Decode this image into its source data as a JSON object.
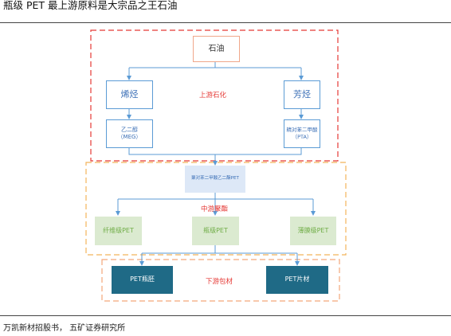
{
  "header": {
    "title": "瓶级 PET 最上游原料是大宗品之王石油"
  },
  "diagram": {
    "upstream": {
      "label": "上游石化",
      "crude_oil": "石油",
      "olefins": "烯烃",
      "aromatics": "芳烃",
      "meg": "乙二醇\n（MEG）",
      "pta": "精对苯二甲酸\n（PTA）"
    },
    "midstream": {
      "label": "中游聚酯",
      "pet_resin": "聚对苯二甲酸乙二酯PET",
      "fiber_grade": "纤维级PET",
      "bottle_grade": "瓶级PET",
      "film_grade": "薄膜级PET"
    },
    "downstream": {
      "label": "下游包材",
      "pet_bottle_preform": "PET瓶胚",
      "pet_sheet": "PET片材"
    },
    "colors": {
      "upstream_border": "#e53935",
      "midstream_border": "#f2b35a",
      "downstream_border": "#f4a77a",
      "connector": "#5b9bd5",
      "green_fill": "#dbead0",
      "teal_fill": "#1f6a86",
      "lightblue_fill": "#dde8f7"
    }
  },
  "footer": {
    "source": "万凯新材招股书， 五矿证券研究所"
  }
}
